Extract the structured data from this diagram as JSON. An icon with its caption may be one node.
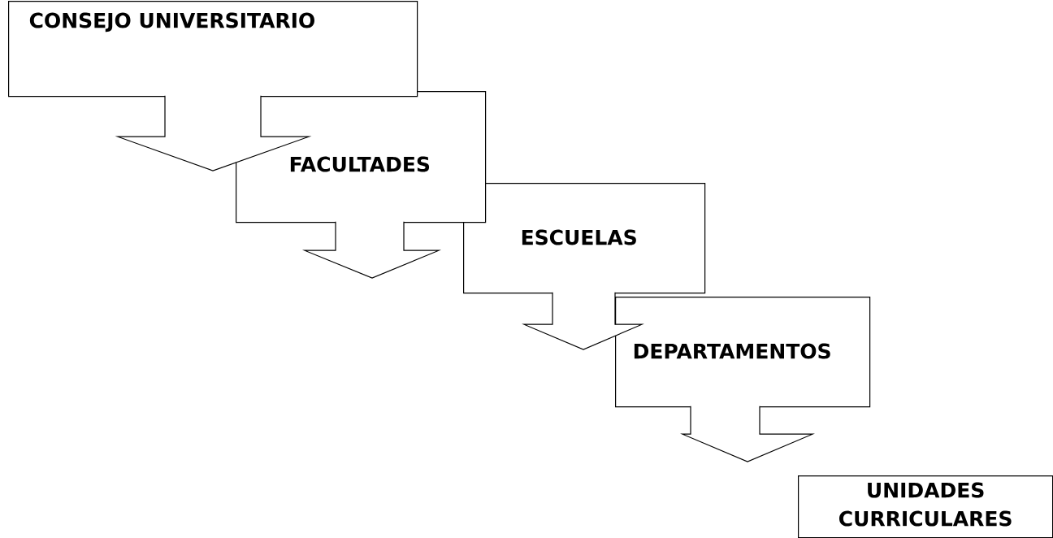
{
  "diagram": {
    "nodes": [
      {
        "text": [
          "CONSEJO UNIVERSITARIO"
        ]
      },
      {
        "text": [
          "FACULTADES"
        ]
      },
      {
        "text": [
          "ESCUELAS"
        ]
      },
      {
        "text": [
          "DEPARTAMENTOS"
        ]
      },
      {
        "text": [
          "UNIDADES CURRICULARES"
        ]
      }
    ],
    "edges": [
      {
        "from": 0,
        "to": 1,
        "arrow": "to"
      },
      {
        "from": 1,
        "to": 2,
        "arrow": "to"
      },
      {
        "from": 2,
        "to": 3,
        "arrow": "to"
      },
      {
        "from": 3,
        "to": 4,
        "arrow": "to"
      }
    ]
  }
}
